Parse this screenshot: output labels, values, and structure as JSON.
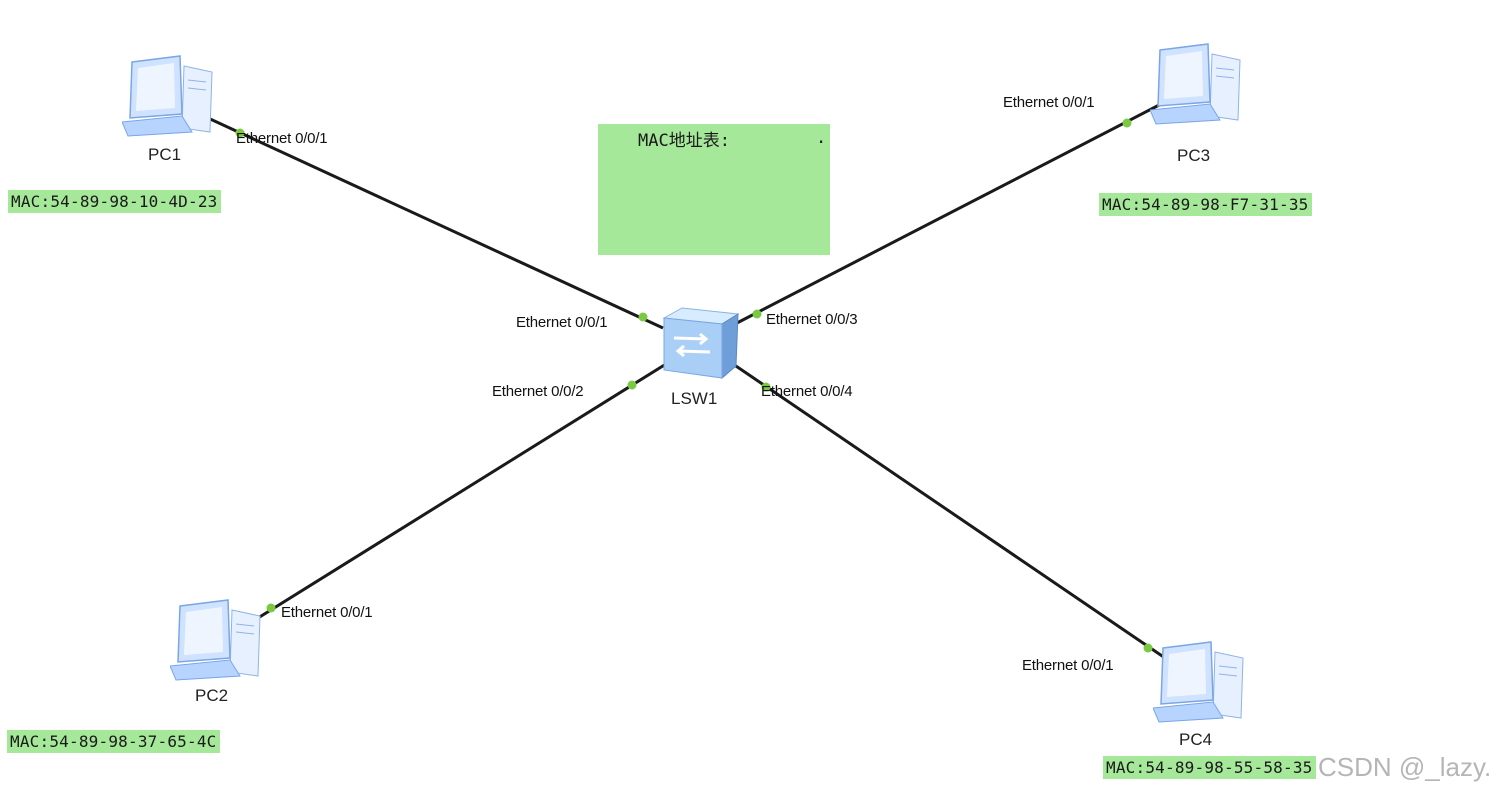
{
  "diagram": {
    "switch": {
      "name": "LSW1"
    },
    "pcs": [
      {
        "name": "PC1",
        "mac": "MAC:54-89-98-10-4D-23",
        "pc_port": "Ethernet 0/0/1",
        "switch_port": "Ethernet 0/0/1"
      },
      {
        "name": "PC2",
        "mac": "MAC:54-89-98-37-65-4C",
        "pc_port": "Ethernet 0/0/1",
        "switch_port": "Ethernet 0/0/2"
      },
      {
        "name": "PC3",
        "mac": "MAC:54-89-98-F7-31-35",
        "pc_port": "Ethernet 0/0/1",
        "switch_port": "Ethernet 0/0/3"
      },
      {
        "name": "PC4",
        "mac": "MAC:54-89-98-55-58-35",
        "pc_port": "Ethernet 0/0/1",
        "switch_port": "Ethernet 0/0/4"
      }
    ],
    "mac_table": {
      "title": "MAC地址表:",
      "mark": "."
    },
    "colors": {
      "link": "#1a1a1a",
      "port_dot": "#7ac943",
      "mac_bg": "#a6e89a",
      "pc_body": "#9ec3ff"
    }
  },
  "watermark": "CSDN @_lazy."
}
